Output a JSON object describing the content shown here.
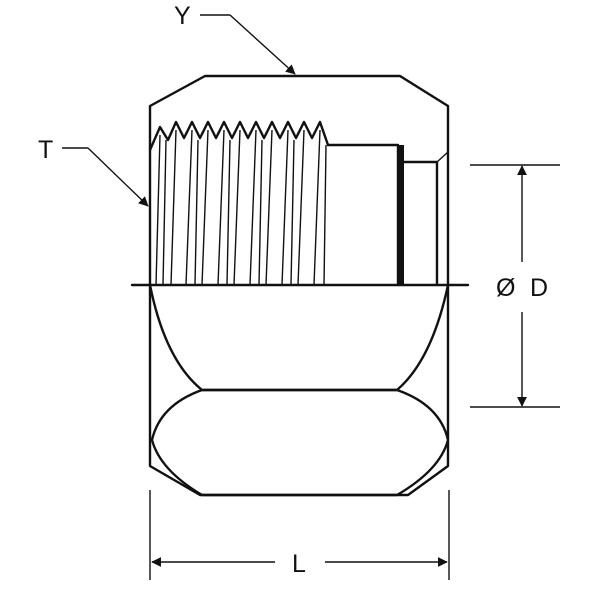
{
  "labels": {
    "top": "Y",
    "thread": "T",
    "diameter_symbol": "Ø",
    "diameter": "D",
    "length": "L"
  },
  "colors": {
    "ink": "#111111",
    "background": "#ffffff"
  }
}
